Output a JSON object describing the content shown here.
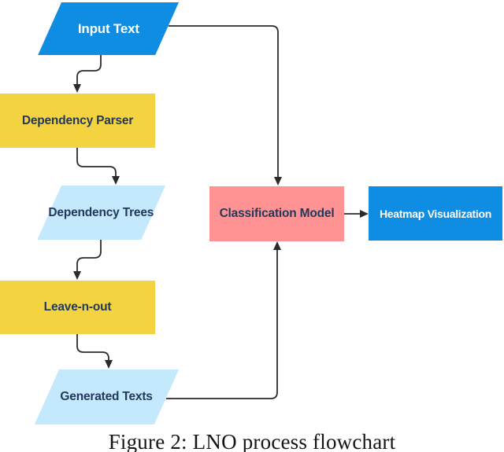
{
  "figure_caption": "Figure 2: LNO process flowchart",
  "flowchart": {
    "nodes": [
      {
        "id": "input-text",
        "label": "Input Text",
        "shape": "parallelogram",
        "fill": "#0f8de3",
        "text_color": "#ffffff"
      },
      {
        "id": "dependency-parser",
        "label": "Dependency Parser",
        "shape": "rectangle",
        "fill": "#f3d440",
        "text_color": "#22395c"
      },
      {
        "id": "dependency-trees",
        "label": "Dependency Trees",
        "shape": "parallelogram",
        "fill": "#c4e8fc",
        "text_color": "#22395c"
      },
      {
        "id": "leave-n-out",
        "label": "Leave-n-out",
        "shape": "rectangle",
        "fill": "#f3d440",
        "text_color": "#22395c"
      },
      {
        "id": "generated-texts",
        "label": "Generated Texts",
        "shape": "parallelogram",
        "fill": "#c4e8fc",
        "text_color": "#22395c"
      },
      {
        "id": "classification-model",
        "label": "Classification Model",
        "shape": "rectangle",
        "fill": "#ff9393",
        "text_color": "#22395c"
      },
      {
        "id": "heatmap-visualization",
        "label": "Heatmap Visualization",
        "shape": "rectangle",
        "fill": "#0f8de3",
        "text_color": "#ffffff"
      }
    ],
    "edges": [
      {
        "from": "input-text",
        "to": "dependency-parser"
      },
      {
        "from": "dependency-parser",
        "to": "dependency-trees"
      },
      {
        "from": "dependency-trees",
        "to": "leave-n-out"
      },
      {
        "from": "leave-n-out",
        "to": "generated-texts"
      },
      {
        "from": "input-text",
        "to": "classification-model"
      },
      {
        "from": "generated-texts",
        "to": "classification-model"
      },
      {
        "from": "classification-model",
        "to": "heatmap-visualization"
      }
    ]
  },
  "colors": {
    "node_blue": "#0f8de3",
    "node_yellow": "#f3d440",
    "node_light_blue": "#c4e8fc",
    "node_pink": "#ff9393",
    "label_navy": "#22395c",
    "label_white": "#ffffff",
    "connector": "#2b2b2b",
    "background": "#ffffff"
  }
}
